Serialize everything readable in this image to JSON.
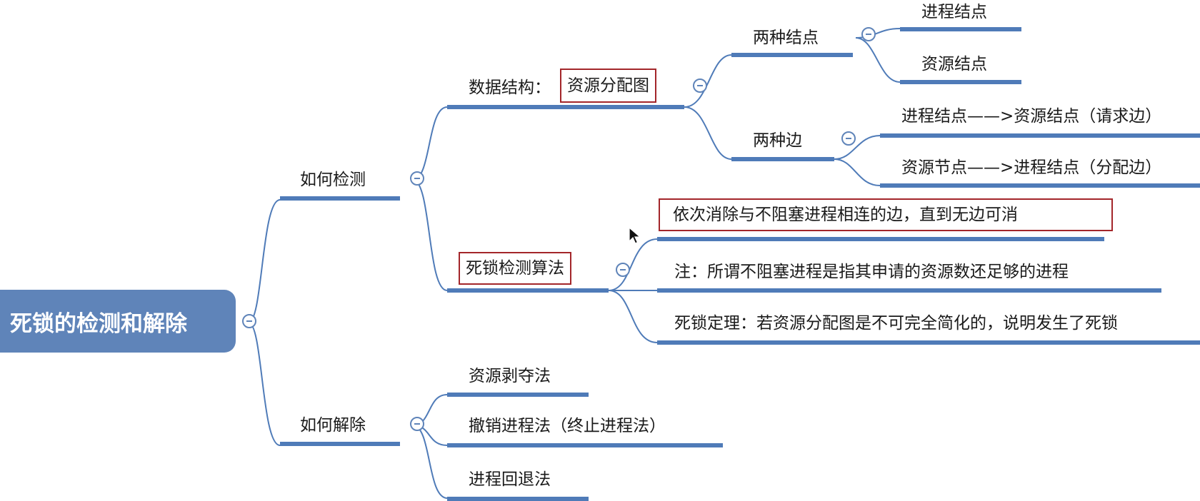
{
  "root": {
    "label": "死锁的检测和解除"
  },
  "detect": {
    "label": "如何检测",
    "data_structure": {
      "label": "数据结构：",
      "highlight": "资源分配图"
    },
    "two_nodes": {
      "label": "两种结点",
      "children": [
        "进程结点",
        "资源结点"
      ]
    },
    "two_edges": {
      "label": "两种边",
      "children": [
        "进程结点——>资源结点（请求边）",
        "资源节点——>进程结点（分配边）"
      ]
    },
    "algorithm": {
      "label": "死锁检测算法",
      "steps": [
        "依次消除与不阻塞进程相连的边，直到无边可消",
        "注：所谓不阻塞进程是指其申请的资源数还足够的进程",
        "死锁定理：若资源分配图是不可完全简化的，说明发生了死锁"
      ]
    }
  },
  "resolve": {
    "label": "如何解除",
    "methods": [
      "资源剥夺法",
      "撤销进程法（终止进程法）",
      "进程回退法"
    ]
  },
  "colors": {
    "branch": "#4f7bb8",
    "root_fill": "#5f84b9",
    "highlight_border": "#a3262a"
  },
  "icons": {
    "toggle": "collapse-minus-icon",
    "cursor": "mouse-pointer-icon"
  }
}
